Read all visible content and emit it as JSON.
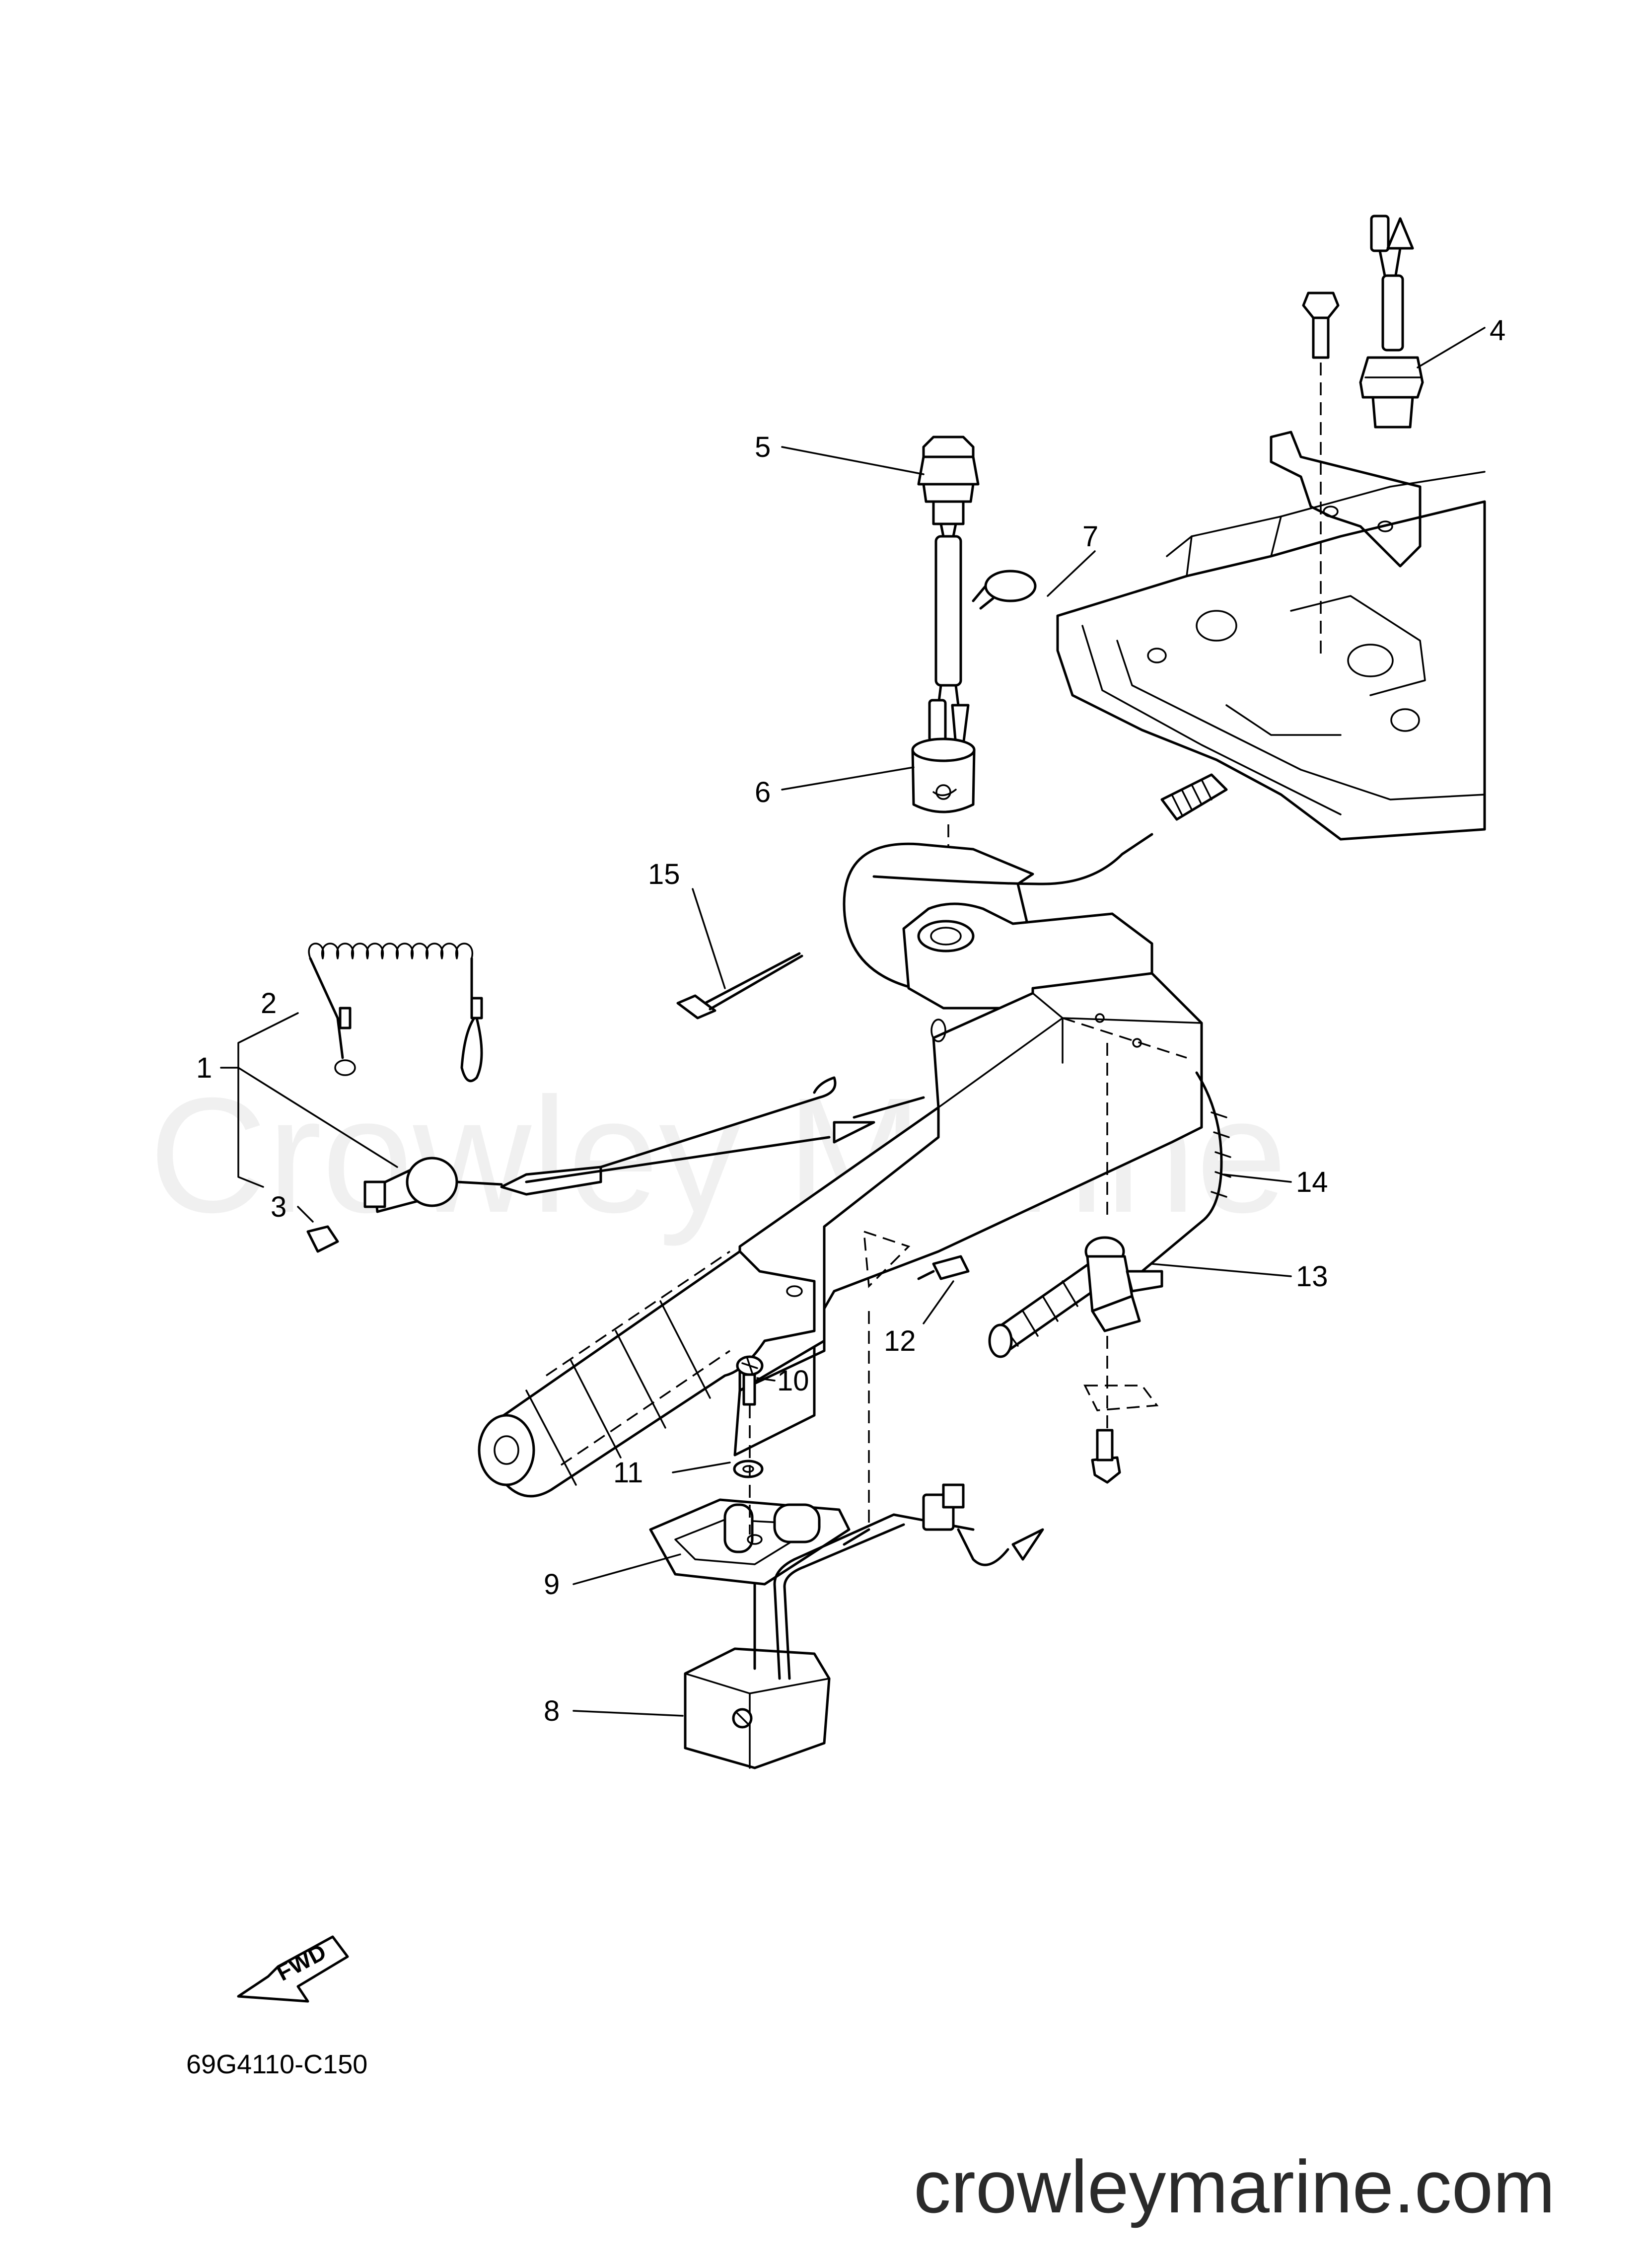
{
  "diagram": {
    "code": "69G4110-C150",
    "fwd_label": "FWD",
    "watermark": "Crowley Marine",
    "website": "crowleymarine.com",
    "callouts": [
      "1",
      "2",
      "3",
      "4",
      "5",
      "6",
      "7",
      "8",
      "9",
      "10",
      "11",
      "12",
      "13",
      "14",
      "15"
    ]
  }
}
